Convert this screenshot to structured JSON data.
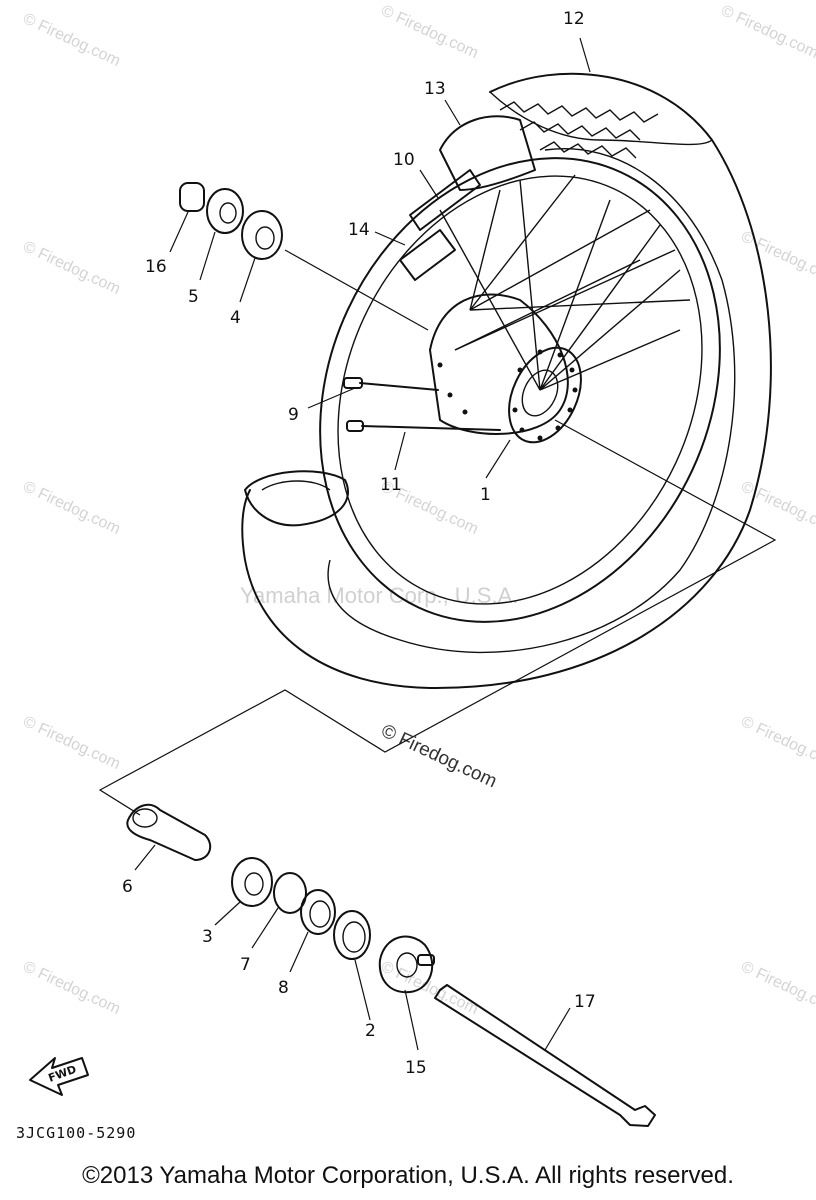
{
  "parts": [
    {
      "ref": "1",
      "label": "1"
    },
    {
      "ref": "2",
      "label": "2"
    },
    {
      "ref": "3",
      "label": "3"
    },
    {
      "ref": "4",
      "label": "4"
    },
    {
      "ref": "5",
      "label": "5"
    },
    {
      "ref": "6",
      "label": "6"
    },
    {
      "ref": "7",
      "label": "7"
    },
    {
      "ref": "8",
      "label": "8"
    },
    {
      "ref": "9",
      "label": "9"
    },
    {
      "ref": "10",
      "label": "10"
    },
    {
      "ref": "11",
      "label": "11"
    },
    {
      "ref": "12",
      "label": "12"
    },
    {
      "ref": "13",
      "label": "13"
    },
    {
      "ref": "14",
      "label": "14"
    },
    {
      "ref": "15",
      "label": "15"
    },
    {
      "ref": "16",
      "label": "16"
    },
    {
      "ref": "17",
      "label": "17"
    }
  ],
  "fwd_label": "FWD",
  "diagram_code": "3JCG100-5290",
  "watermark": "© Firedog.com",
  "center_watermark": "Yamaha Motor Corp., U.S.A.",
  "copyright": "©2013 Yamaha Motor Corporation, U.S.A. All rights reserved."
}
